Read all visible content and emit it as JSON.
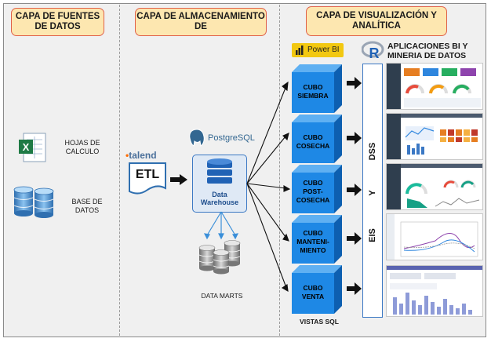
{
  "columns": {
    "sources": {
      "title": "CAPA DE FUENTES DE DATOS"
    },
    "storage": {
      "title": "CAPA DE ALMACENAMIENTO DE"
    },
    "visualization": {
      "title": "CAPA DE VISUALIZACIÓN Y ANALÍTICA"
    }
  },
  "sources": [
    {
      "label": "HOJAS DE CALCULO",
      "icon": "excel-icon"
    },
    {
      "label": "BASE DE DATOS",
      "icon": "database-icon"
    }
  ],
  "storage": {
    "talend_logo": "talend",
    "etl_label": "ETL",
    "postgres_logo": "PostgreSQL",
    "warehouse_label": "Data Warehouse",
    "datamarts_label": "DATA MARTS"
  },
  "cubes": [
    {
      "label": "CUBO SIEMBRA"
    },
    {
      "label": "CUBO COSECHA"
    },
    {
      "label": "CUBO POST-COSECHA"
    },
    {
      "label": "CUBO MANTENI-MIENTO"
    },
    {
      "label": "CUBO VENTA"
    }
  ],
  "cube_caption": "VISTAS SQL",
  "visualization": {
    "powerbi_label": "Power BI",
    "r_logo": "R",
    "apps_title": "APLICACIONES BI Y MINERIA DE DATOS",
    "vertical_labels": [
      "DSS",
      "Y",
      "EIS"
    ]
  },
  "colors": {
    "header_bg": "#fde7b0",
    "header_border": "#e06048",
    "cube_face": "#1e88e5",
    "cube_top": "#5fb0f2",
    "cube_side": "#0d5fb0",
    "dw_box": "#dfe9f5",
    "dw_border": "#3b78c4"
  }
}
